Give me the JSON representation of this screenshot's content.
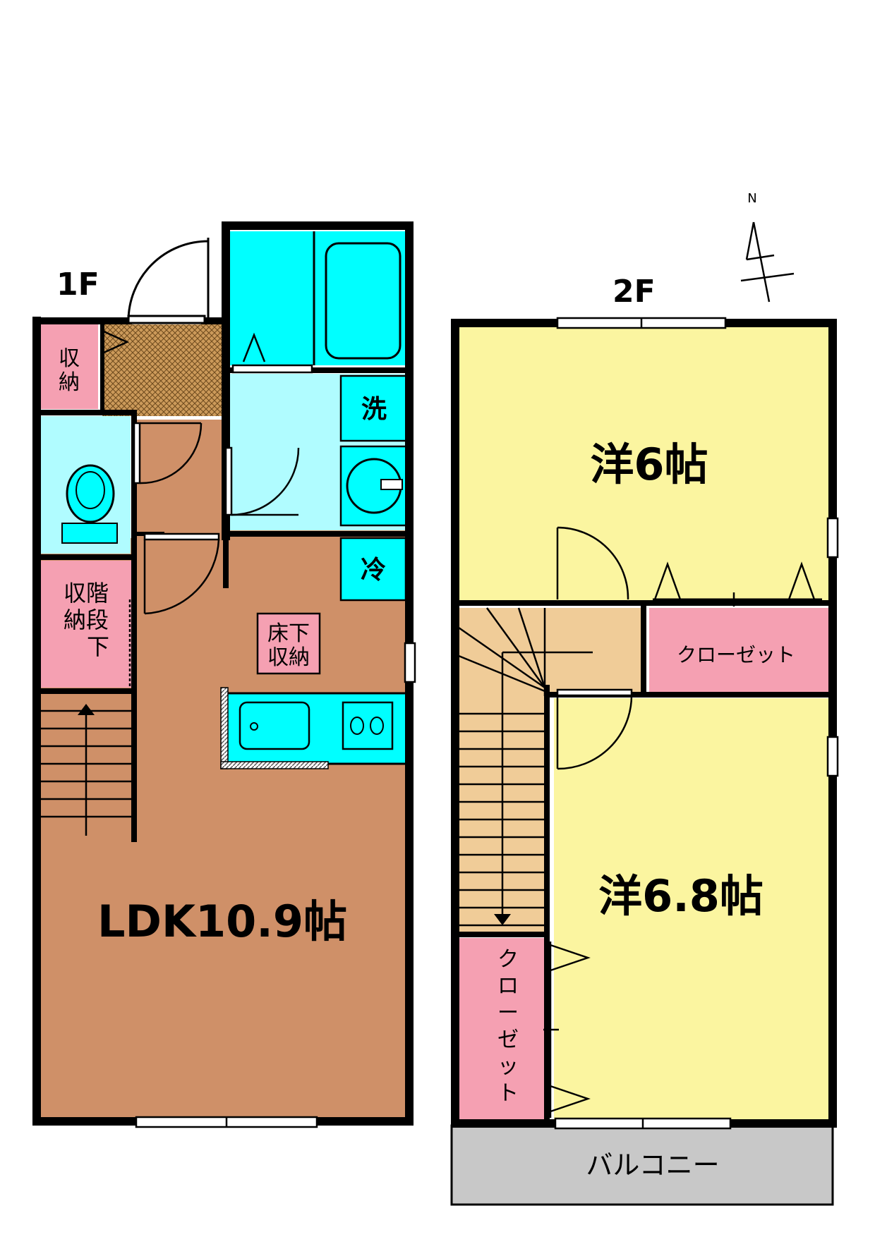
{
  "floor_labels": {
    "first": "1F",
    "second": "2F"
  },
  "compass": {
    "label": "N"
  },
  "first_floor": {
    "storage": [
      "収",
      "納"
    ],
    "washer_space": "洗",
    "fridge_space": "冷",
    "under_stair_storage": [
      "収階",
      "納段",
      "下"
    ],
    "underfloor_storage": [
      "床下",
      "収納"
    ],
    "ldk": "LDK10.9帖"
  },
  "second_floor": {
    "room_6": "洋6帖",
    "room_6_8": "洋6.8帖",
    "closet_upper": "クローゼット",
    "closet_lower": [
      "ク",
      "ロ",
      "ー",
      "ゼ",
      "ッ",
      "ト"
    ],
    "balcony": "バルコニー"
  },
  "colors": {
    "wall": "#000000",
    "ldk_floor": "#cf9068",
    "wet_area": "#00ffff",
    "washroom": "#b0fcff",
    "storage": "#f5a0b2",
    "bedroom": "#fbf5a0",
    "stair_2f": "#f0cc98",
    "balcony": "#c8c8c8"
  }
}
